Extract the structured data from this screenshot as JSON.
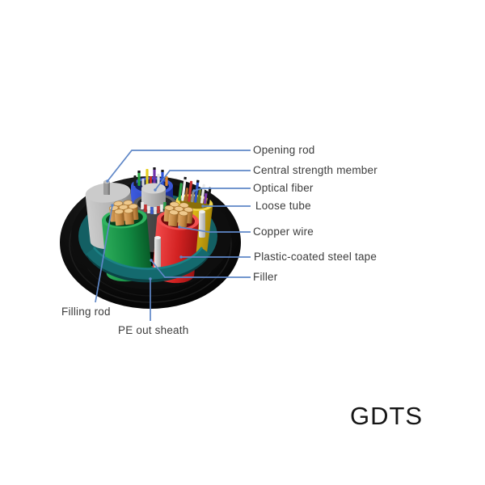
{
  "product_code": "GDTS",
  "parts": [
    {
      "id": "opening-rod",
      "label": "Opening rod"
    },
    {
      "id": "central-strength-member",
      "label": "Central strength member"
    },
    {
      "id": "optical-fiber",
      "label": "Optical fiber"
    },
    {
      "id": "loose-tube",
      "label": "Loose tube"
    },
    {
      "id": "copper-wire",
      "label": "Copper wire"
    },
    {
      "id": "plastic-coated-steel-tape",
      "label": "Plastic-coated steel tape"
    },
    {
      "id": "filler",
      "label": "Filler"
    },
    {
      "id": "filling-rod",
      "label": "Filling rod"
    },
    {
      "id": "pe-out-sheath",
      "label": "PE out sheath"
    }
  ],
  "colors": {
    "background": "#FFFFFF",
    "leader_line": "#5F87C7",
    "label_text": "#3C3C3C",
    "product_code_text": "#161616",
    "pe_sheath_black": "#0B0B0B",
    "steel_tape_teal": "#146A6E",
    "loose_tube_blue": "#2C47C4",
    "loose_tube_yellow": "#D9B414",
    "copper_unit_green": "#189A4C",
    "copper_unit_red": "#D42727",
    "copper_wire": "#C48A48",
    "filling_rod_gray": "#B4B4B4",
    "strength_member_gray": "#BDBDBD",
    "filler_white": "#DCDCDC"
  }
}
